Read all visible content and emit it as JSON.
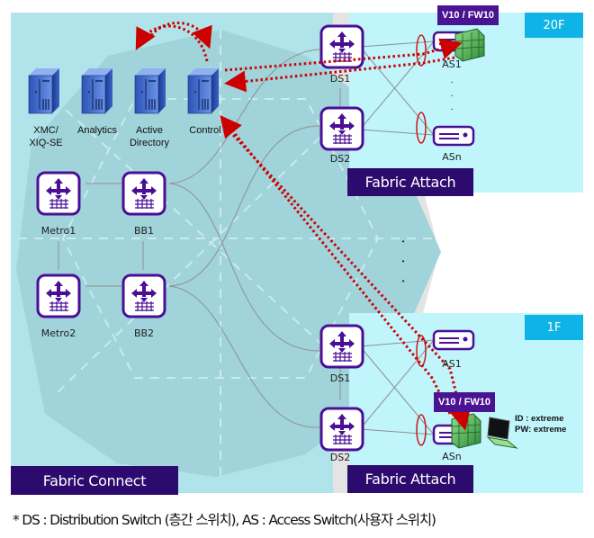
{
  "colors": {
    "fabric_connect_bg": "#b1e4ea",
    "fabric_connect_shape": "#a0d3da",
    "fabric_attach_bg": "#bff5fb",
    "middle_gap": "#e4e4e4",
    "label_box": "#2d0a6e",
    "floor_tag": "#0fb3e6",
    "vlan_tag": "#4a1392",
    "switch_purple": "#4a0f96",
    "traffic_red": "#cc0000"
  },
  "servers": [
    {
      "id": "xmc",
      "label_line1": "XMC/",
      "label_line2": "XIQ-SE"
    },
    {
      "id": "analytics",
      "label_line1": "Analytics",
      "label_line2": ""
    },
    {
      "id": "active-directory",
      "label_line1": "Active",
      "label_line2": "Directory"
    },
    {
      "id": "control",
      "label_line1": "Control",
      "label_line2": ""
    }
  ],
  "core_switches": [
    {
      "id": "metro1",
      "label": "Metro1"
    },
    {
      "id": "bb1",
      "label": "BB1"
    },
    {
      "id": "metro2",
      "label": "Metro2"
    },
    {
      "id": "bb2",
      "label": "BB2"
    }
  ],
  "fabric_connect": {
    "label": "Fabric Connect"
  },
  "floors": [
    {
      "id": "20f",
      "floor_label": "20F",
      "fabric_attach_label": "Fabric Attach",
      "distribution": [
        {
          "label": "DS1"
        },
        {
          "label": "DS2"
        }
      ],
      "access": [
        {
          "label": "AS1"
        },
        {
          "label": "ASn"
        }
      ],
      "vlan_tag": "V10 / FW10",
      "ellipsis": ".\n.\n."
    },
    {
      "id": "1f",
      "floor_label": "1F",
      "fabric_attach_label": "Fabric Attach",
      "distribution": [
        {
          "label": "DS1"
        },
        {
          "label": "DS2"
        }
      ],
      "access": [
        {
          "label": "AS1"
        },
        {
          "label": "ASn"
        }
      ],
      "vlan_tag": "V10 / FW10",
      "credentials": {
        "id_line": "ID : extreme",
        "pw_line": "PW: extreme"
      }
    }
  ],
  "middle_ellipsis": "•\n•\n•",
  "footnote": "* DS : Distribution Switch (층간 스위치), AS : Access Switch(사용자 스위치)"
}
